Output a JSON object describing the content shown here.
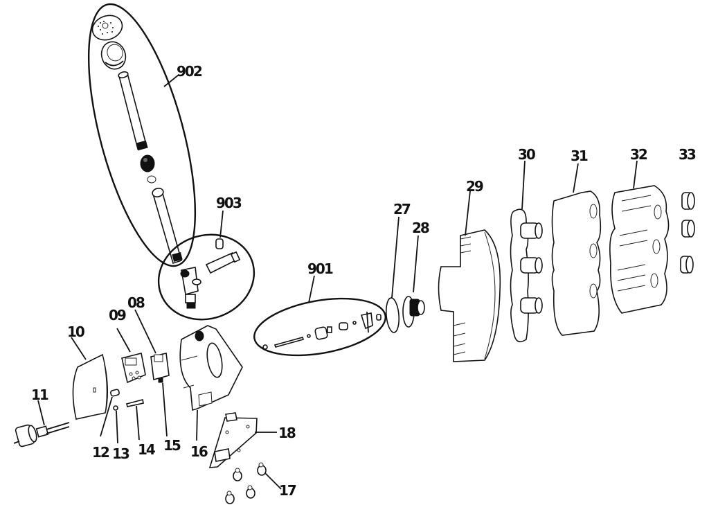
{
  "diagram": {
    "type": "exploded-parts-view",
    "groups": [
      {
        "id": "902",
        "label": "902"
      },
      {
        "id": "903",
        "label": "903"
      },
      {
        "id": "901",
        "label": "901"
      }
    ],
    "parts": [
      {
        "id": "08",
        "label": "08"
      },
      {
        "id": "09",
        "label": "09"
      },
      {
        "id": "10",
        "label": "10"
      },
      {
        "id": "11",
        "label": "11"
      },
      {
        "id": "12",
        "label": "12"
      },
      {
        "id": "13",
        "label": "13"
      },
      {
        "id": "14",
        "label": "14"
      },
      {
        "id": "15",
        "label": "15"
      },
      {
        "id": "16",
        "label": "16"
      },
      {
        "id": "17",
        "label": "17"
      },
      {
        "id": "18",
        "label": "18"
      },
      {
        "id": "27",
        "label": "27"
      },
      {
        "id": "28",
        "label": "28"
      },
      {
        "id": "29",
        "label": "29"
      },
      {
        "id": "30",
        "label": "30"
      },
      {
        "id": "31",
        "label": "31"
      },
      {
        "id": "32",
        "label": "32"
      },
      {
        "id": "33",
        "label": "33"
      }
    ],
    "line_color": "#111111",
    "background": "#ffffff"
  }
}
